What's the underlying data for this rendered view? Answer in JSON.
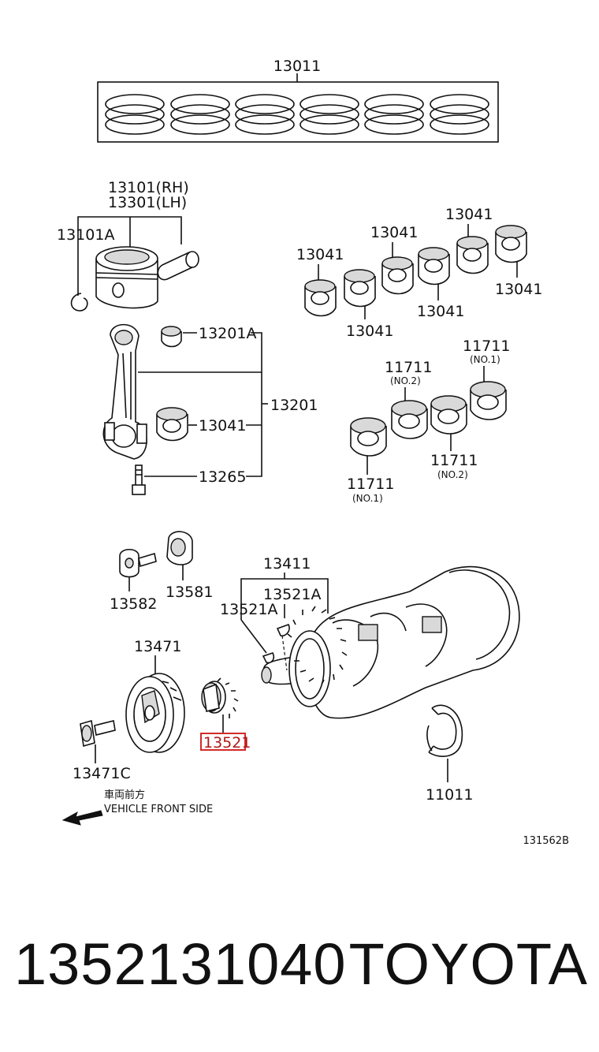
{
  "diagram": {
    "callouts": {
      "ring_set": "13011",
      "piston_rh": "13101(RH)",
      "piston_lh": "13301(LH)",
      "snap_ring": "13101A",
      "bearing_upper_1": "13041",
      "bearing_upper_2": "13041",
      "bearing_upper_3": "13041",
      "bearing_lower_1": "13041",
      "bearing_lower_2": "13041",
      "bearing_lower_3": "13041",
      "rod_bushing": "13201A",
      "conrod_assy": "13201",
      "rod_bearing": "13041",
      "rod_bolt": "13265",
      "main_bearing_a": "11711",
      "main_bearing_a_note": "(NO.2)",
      "main_bearing_b": "11711",
      "main_bearing_b_note": "(NO.1)",
      "main_bearing_c": "11711",
      "main_bearing_c_note": "(NO.2)",
      "main_bearing_d": "11711",
      "main_bearing_d_note": "(NO.1)",
      "crankshaft": "13411",
      "key_a": "13521A",
      "key_b": "13521A",
      "sensor_bolt": "13582",
      "sensor_plate": "13581",
      "pulley": "13471",
      "pulley_bolt": "13471C",
      "crank_gear": "13521",
      "thrust_washer": "11011"
    },
    "direction_jp": "車両前方",
    "direction_en": "VEHICLE FRONT SIDE",
    "figure_id": "131562B",
    "highlight_color": "#d42a2a"
  },
  "footer": {
    "part_number": "1352131040",
    "brand": "TOYOTA"
  }
}
